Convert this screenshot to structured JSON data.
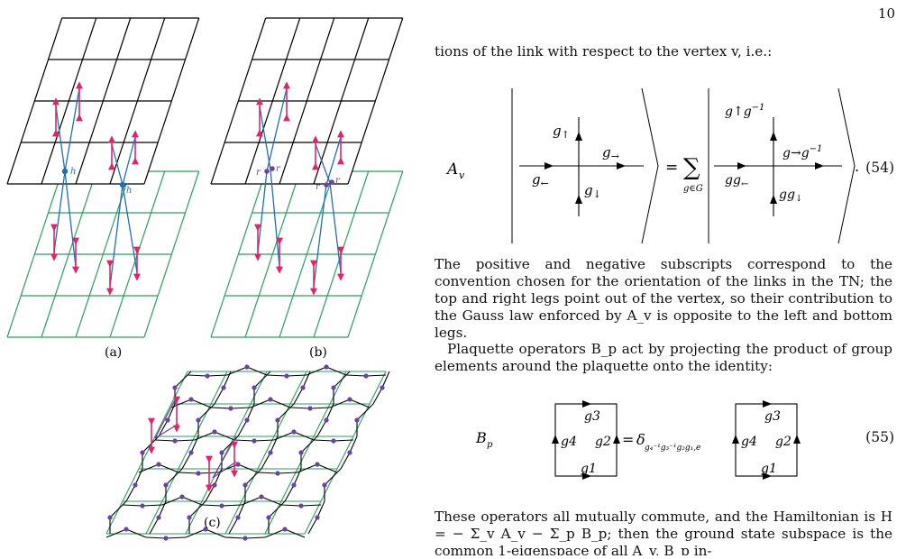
{
  "page_number": "10",
  "figure": {
    "caption_a": "(a)",
    "caption_b": "(b)",
    "caption_c": "(c)",
    "label_h": "h",
    "label_r": "r",
    "colors": {
      "black_lattice": "#000000",
      "green_lattice": "#2ba15e",
      "link": "#1f6fb4",
      "arrow": "#e0246a",
      "vertex": "#6b43a3"
    }
  },
  "text": {
    "p1": "tions of the link with respect to the vertex v, i.e.:",
    "p2": "The positive and negative subscripts correspond to the convention chosen for the orientation of the links in the TN; the top and right legs point out of the vertex, so their contribution to the Gauss law enforced by A_v is opposite to the left and bottom legs.",
    "p3": "Plaquette operators B_p act by projecting the product of group elements around the plaquette onto the identity:",
    "p4": "These operators all mutually commute, and the Hamiltonian is H = − Σ_v A_v − Σ_p B_p; then the ground state subspace is the common 1-eigenspace of all A_v, B_p in-"
  },
  "eq54": {
    "number": "(54)",
    "lhs": "A",
    "lhs_sub": "v",
    "up": "g",
    "up_sub": "↑",
    "right": "g",
    "right_sub": "→",
    "left": "g",
    "left_sub": "←",
    "down": "g",
    "down_sub": "↓",
    "sum": "∑",
    "sum_sub": "g∈G",
    "r_up": "g↑g",
    "r_right": "g→g",
    "r_inv": "−1",
    "r_left": "gg",
    "r_left_sub": "←",
    "r_down": "gg",
    "r_down_sub": "↓",
    "equals": "="
  },
  "eq55": {
    "number": "(55)",
    "lhs": "B",
    "lhs_sub": "p",
    "g1": "g1",
    "g2": "g2",
    "g3": "g3",
    "g4": "g4",
    "equals": "=",
    "delta": "δ",
    "delta_sub": "g₄⁻¹g₃⁻¹g₂g₁,e"
  }
}
